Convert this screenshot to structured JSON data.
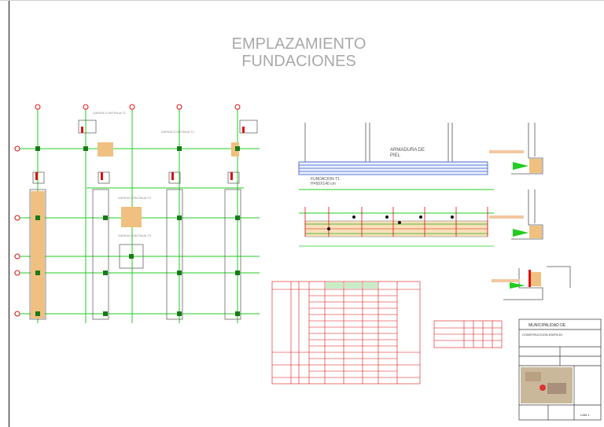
{
  "drawing": {
    "title_line1": "EMPLAZAMIENTO",
    "title_line2": "FUNDACIONES"
  },
  "section": {
    "armadura_label": "ARMADURA DE",
    "armadura_label2": "PIEL",
    "fundacion_label": "FUNDACION T1",
    "fundacion_size": "H=50X140 cm"
  },
  "plan": {
    "zapata_labels": [
      "ZAPATA CONTINUA T1",
      "ZAPATA CONTINUA T1",
      "ZAPATA CONTINUA T2",
      "ZAPATA CONTINUA T2"
    ]
  },
  "title_block": {
    "heading": "MUNICIPALIDAD DE",
    "project": "CONSTRUCCION EDIFICIO",
    "sheet": "LAM 1"
  },
  "colors": {
    "grid": "#22cc22",
    "red": "#dd1111",
    "orange": "#e8a060",
    "blue": "#3355cc",
    "title": "#a9a9a9"
  }
}
